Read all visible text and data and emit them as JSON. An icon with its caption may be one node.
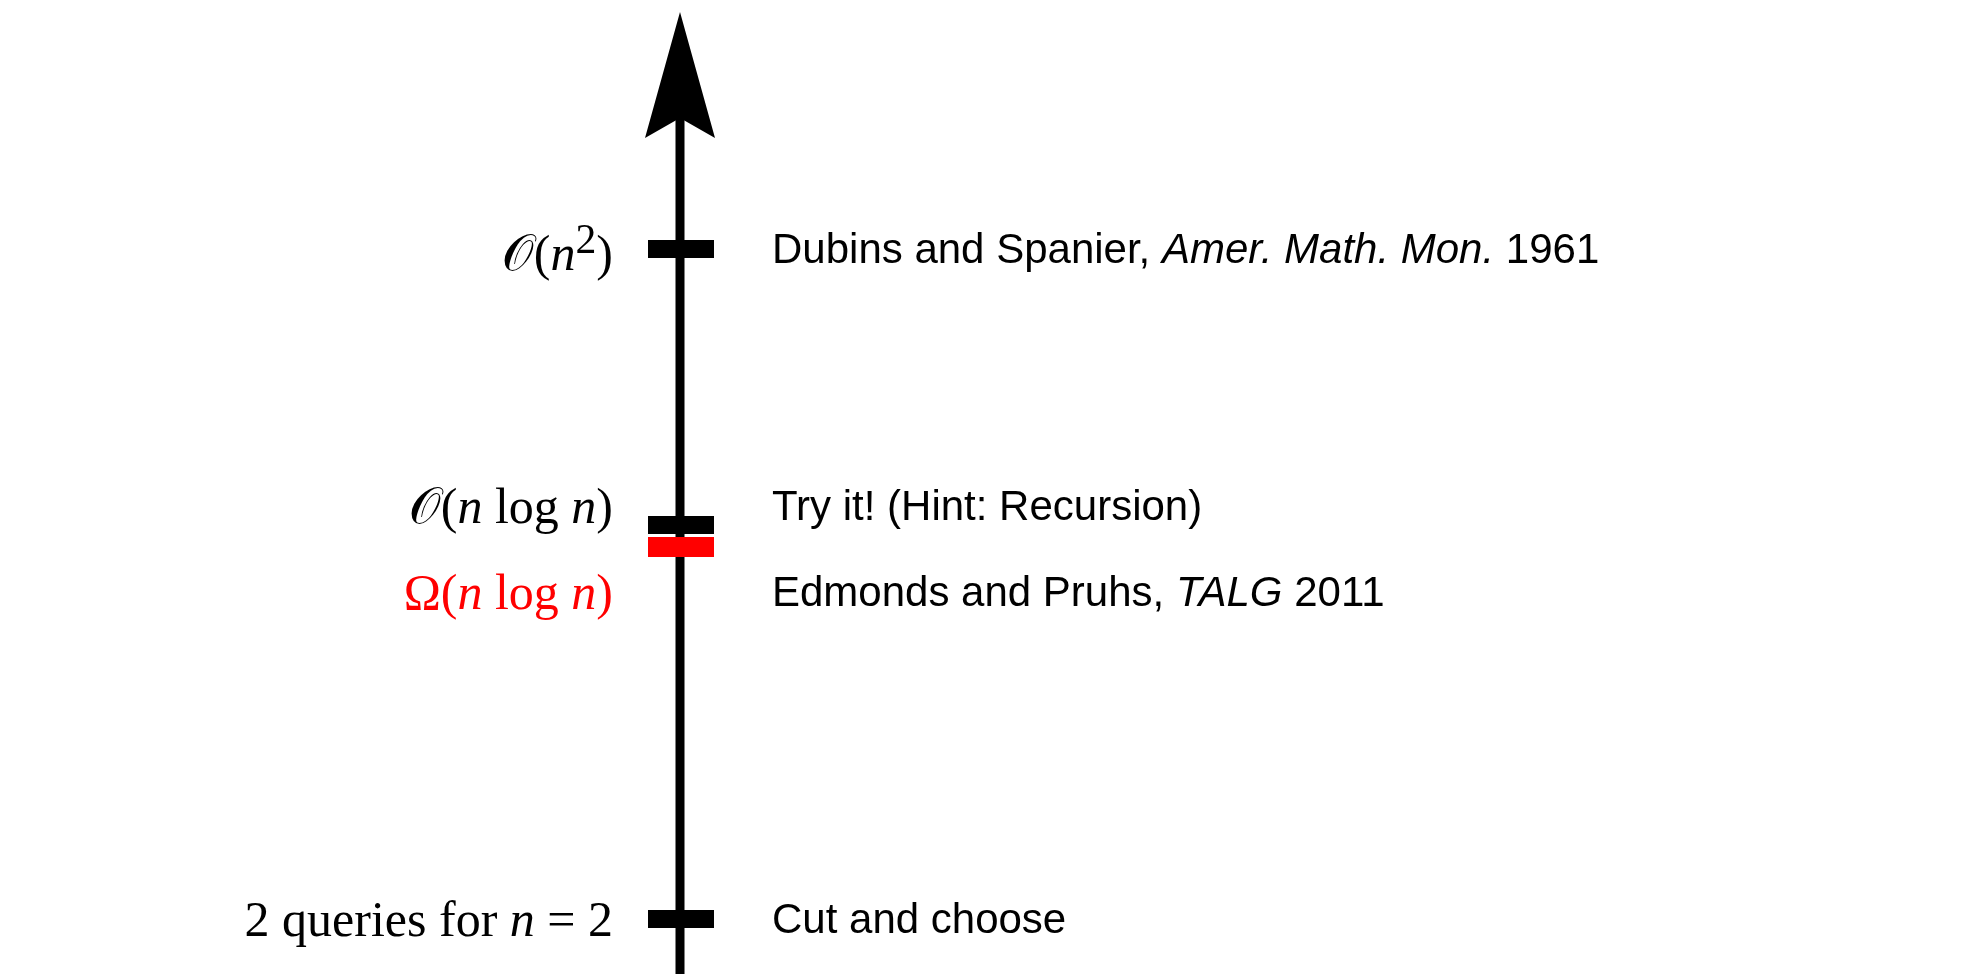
{
  "diagram": {
    "labels": [
      "𝒪(*n*$^{2}$)",
      "Dubins and Spanier, *Amer. Math. Mon.* 1961",
      "𝒪(*n* log *n*)",
      "Try it! (Hint: Recursion)",
      "Ω(*n* log *n*)",
      "Edmonds and Pruhs, *TALG* 2011",
      "2 queries for *n* = 2",
      "Cut and choose"
    ]
  }
}
